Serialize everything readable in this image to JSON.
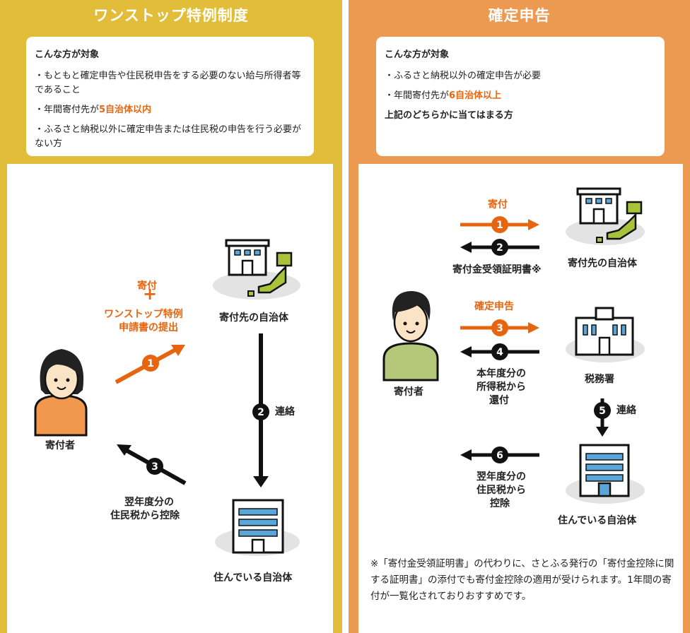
{
  "left": {
    "title": "ワンストップ特例制度",
    "card": {
      "heading": "こんな方が対象",
      "item1": "・もともと確定申告や住民税申告をする必要のない給与所得者等であること",
      "item2_pre": "・年間寄付先が",
      "item2_hl": "5自治体以内",
      "item3": "・ふるさと納税以外に確定申告または住民税の申告を行う必要がない方"
    },
    "diagram": {
      "donation_label": "寄付",
      "plus": "+",
      "application_label_1": "ワンストップ特例",
      "application_label_2": "申請書の提出",
      "recipient_label": "寄付先の自治体",
      "donor_label": "寄付者",
      "contact_label": "連絡",
      "deduction_label_1": "翌年度分の",
      "deduction_label_2": "住民税から控除",
      "residence_label": "住んでいる自治体",
      "step1": "1",
      "step2": "2",
      "step3": "3"
    }
  },
  "right": {
    "title": "確定申告",
    "card": {
      "heading": "こんな方が対象",
      "item1": "・ふるさと納税以外の確定申告が必要",
      "item2_pre": "・年間寄付先が",
      "item2_hl": "6自治体以上",
      "conclusion": "上記のどちらかに当てはまる方"
    },
    "diagram": {
      "donation_label": "寄付",
      "receipt_label": "寄付金受領証明書※",
      "recipient_label": "寄付先の自治体",
      "tax_return_label": "確定申告",
      "donor_label": "寄付者",
      "refund_label_1": "本年度分の",
      "refund_label_2": "所得税から",
      "refund_label_3": "還付",
      "tax_office_label": "税務署",
      "contact_label": "連絡",
      "deduction_label_1": "翌年度分の",
      "deduction_label_2": "住民税から",
      "deduction_label_3": "控除",
      "residence_label": "住んでいる自治体",
      "step1": "1",
      "step2": "2",
      "step3": "3",
      "step4": "4",
      "step5": "5",
      "step6": "6"
    },
    "footnote": "※「寄付金受領証明書」の代わりに、さとふる発行の「寄付金控除に関する証明書」の添付でも寄付金控除の適用が受けられます。1年間の寄付が一覧化されておりおすすめです。"
  },
  "colors": {
    "left_bg": "#e2bd3a",
    "right_bg": "#ec9952",
    "accent_orange": "#e8650f",
    "map_green": "#a8c23a",
    "building_blue": "#5aa6d8"
  }
}
